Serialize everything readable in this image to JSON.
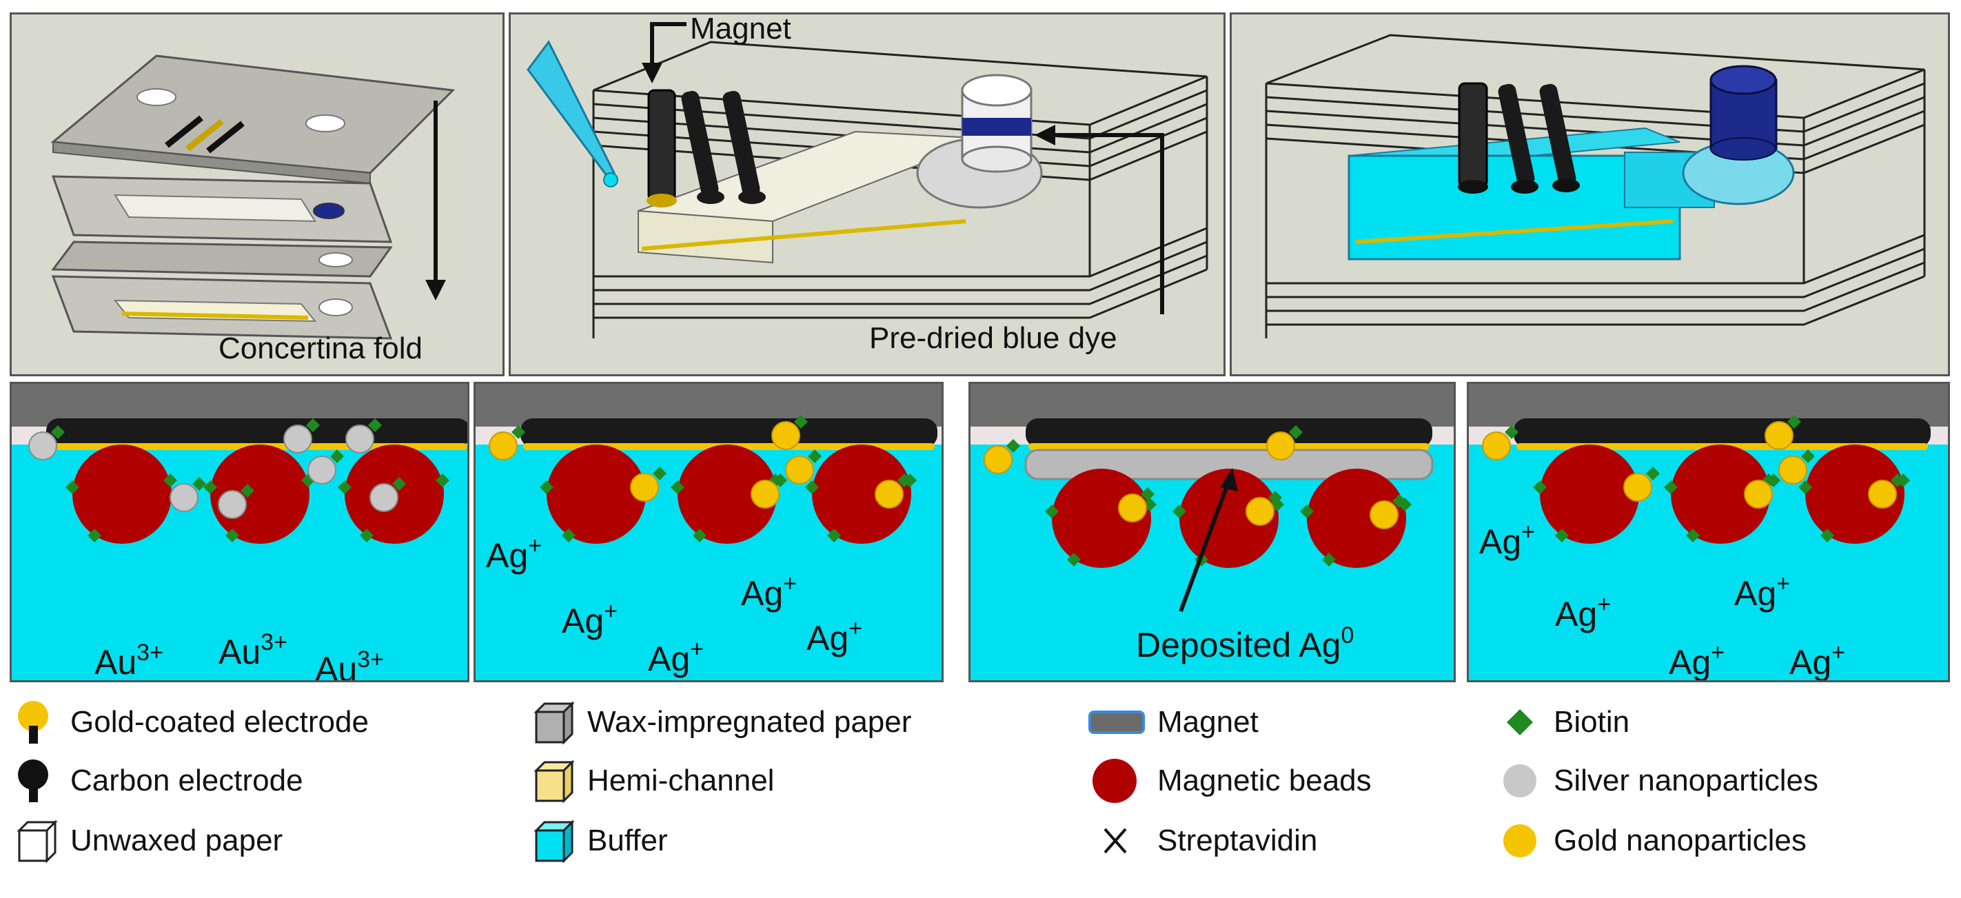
{
  "top_panels": {
    "fold": {
      "label": "Concertina fold"
    },
    "device": {
      "magnet_label": "Magnet",
      "dye_label": "Pre-dried blue dye"
    },
    "filled": {}
  },
  "bottom_panels": [
    {
      "ions": [
        "Au",
        "Au",
        "Au"
      ],
      "ion_sup": [
        "3+",
        "3+",
        "3+"
      ]
    },
    {
      "ions": [
        "Ag",
        "Ag",
        "Ag",
        "Ag",
        "Ag"
      ],
      "ion_sup": [
        "+",
        "+",
        "+",
        "+",
        "+"
      ]
    },
    {
      "deposit_label": "Deposited Ag",
      "deposit_sup": "0"
    },
    {
      "ions": [
        "Ag",
        "Ag",
        "Ag",
        "Ag",
        "Ag"
      ],
      "ion_sup": [
        "+",
        "+",
        "+",
        "+",
        "+"
      ]
    }
  ],
  "legend": {
    "gold_electrode": "Gold-coated electrode",
    "carbon_electrode": "Carbon electrode",
    "unwaxed_paper": "Unwaxed paper",
    "wax_paper": "Wax-impregnated paper",
    "hemi_channel": "Hemi-channel",
    "buffer": "Buffer",
    "magnet": "Magnet",
    "magnetic_beads": "Magnetic beads",
    "streptavidin": "Streptavidin",
    "biotin": "Biotin",
    "silver_np": "Silver nanoparticles",
    "gold_np": "Gold nanoparticles"
  },
  "colors": {
    "panel_bg": "#d9dace",
    "buffer": "#00e0f0",
    "bead": "#b00000",
    "gold": "#f5c400",
    "silver": "#c8c8c8",
    "biotin": "#1f8a1f",
    "magnet_top": "#6b6b6b",
    "electrode": "#1a1a1a",
    "dye": "#1c2a8c"
  }
}
